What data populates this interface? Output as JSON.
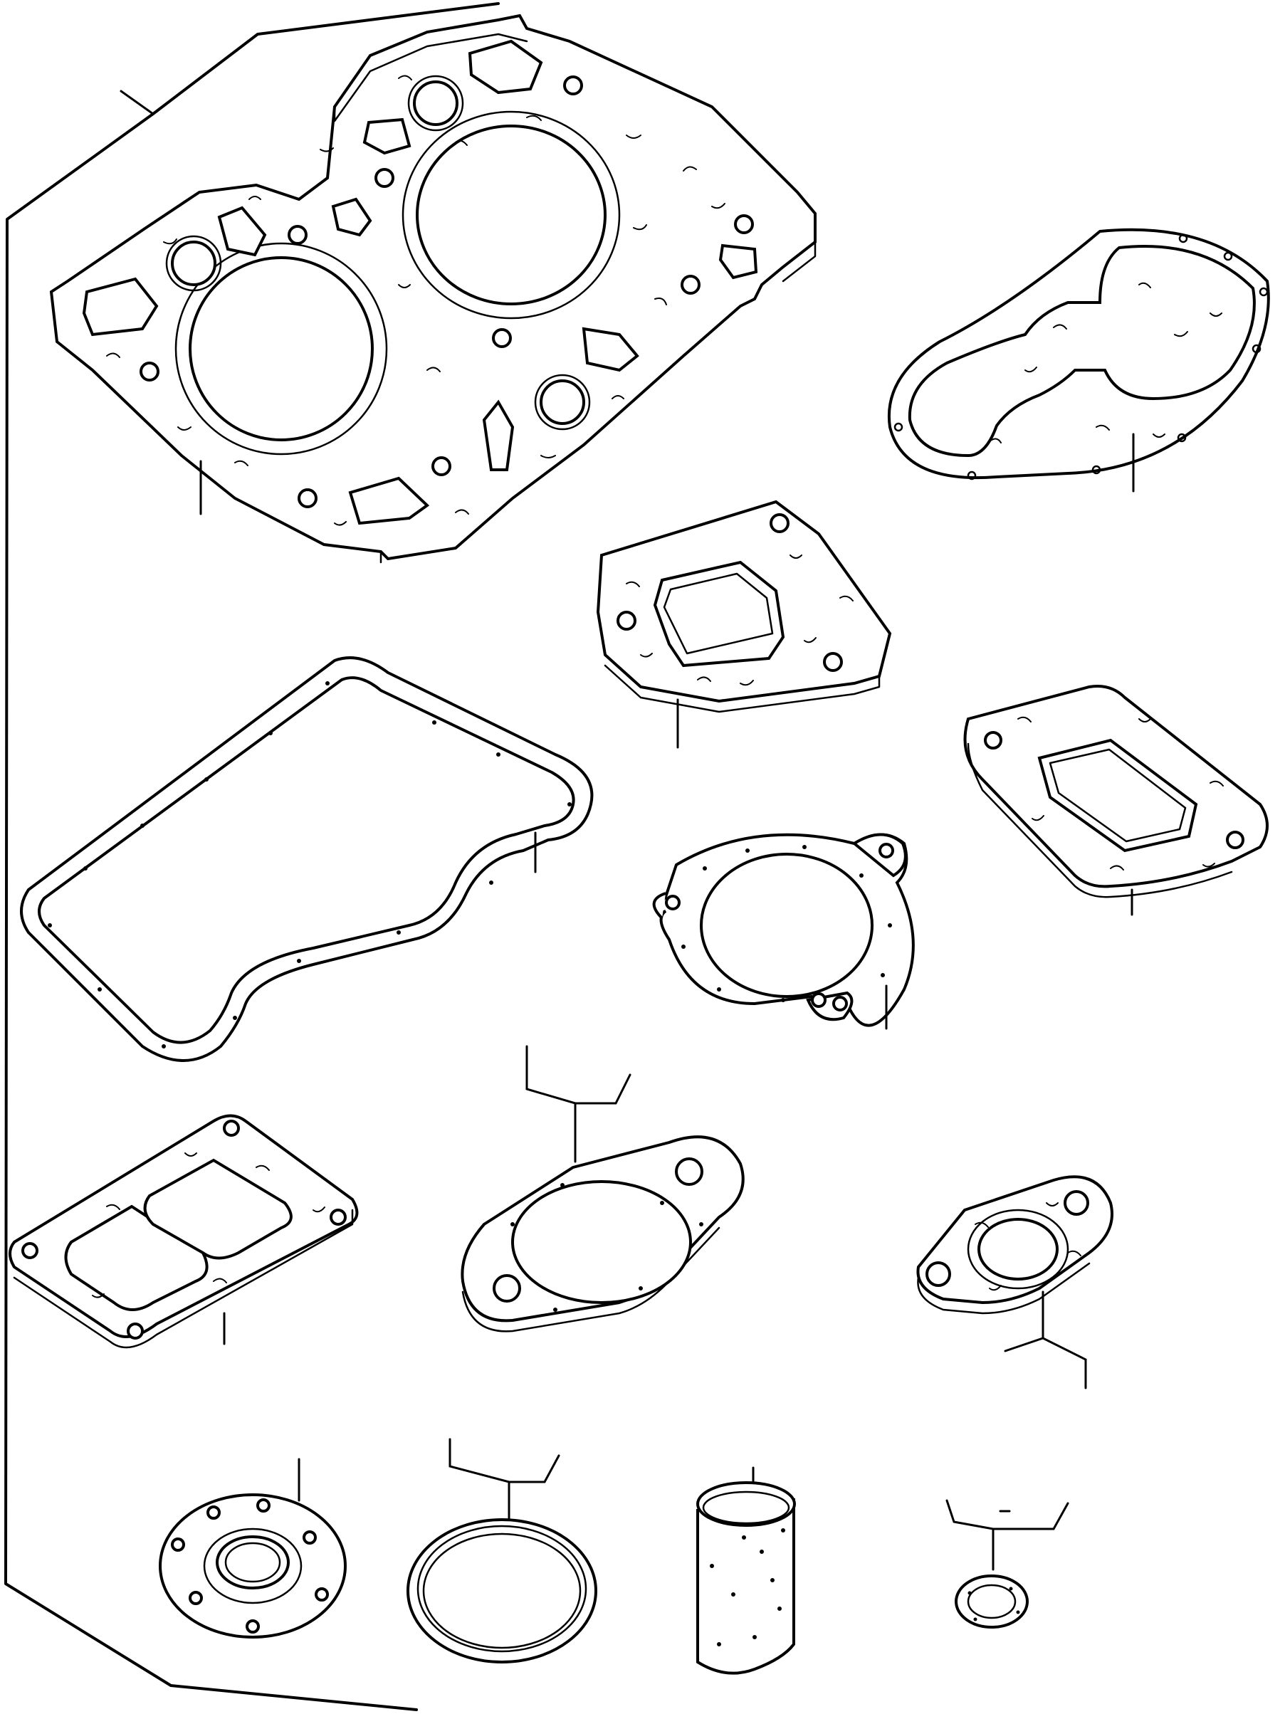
{
  "diagram": {
    "type": "exploded-parts-illustration",
    "parts": [
      {
        "id": "cylinder-head-gasket",
        "shape": "gasket-twin-bore",
        "texture": "squiggle"
      },
      {
        "id": "valve-cover-side-gasket",
        "shape": "gasket-keyhole",
        "texture": "squiggle"
      },
      {
        "id": "water-outlet-gasket",
        "shape": "gasket-trapezoid-window",
        "texture": "squiggle"
      },
      {
        "id": "rocker-cover-gasket",
        "shape": "gasket-loop",
        "texture": "speckle"
      },
      {
        "id": "exhaust-flange-gasket",
        "shape": "gasket-rect-window",
        "texture": "squiggle"
      },
      {
        "id": "thermostat-gasket",
        "shape": "gasket-ring-lugs",
        "texture": "speckle"
      },
      {
        "id": "intake-manifold-gasket",
        "shape": "gasket-twin-window",
        "texture": "squiggle"
      },
      {
        "id": "pipe-flange-gasket",
        "shape": "gasket-oval-bore",
        "texture": "speckle"
      },
      {
        "id": "small-flange-gasket",
        "shape": "gasket-small-bore",
        "texture": "squiggle"
      },
      {
        "id": "oil-seal-plate",
        "shape": "flange-disc"
      },
      {
        "id": "o-ring",
        "shape": "ring"
      },
      {
        "id": "sleeve",
        "shape": "cylinder",
        "texture": "speckle"
      },
      {
        "id": "sealing-washer",
        "shape": "washer",
        "texture": "speckle"
      }
    ]
  }
}
